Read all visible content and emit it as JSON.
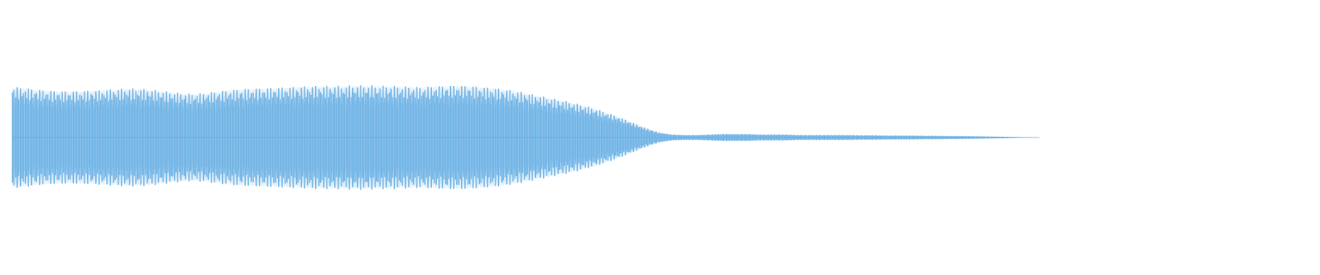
{
  "waveform": {
    "color": "#5eaae2",
    "background": "#ffffff",
    "envelope": [
      0.98,
      0.95,
      0.92,
      0.9,
      0.89,
      0.89,
      0.9,
      0.91,
      0.93,
      0.94,
      0.94,
      0.92,
      0.89,
      0.86,
      0.84,
      0.85,
      0.88,
      0.91,
      0.93,
      0.94,
      0.95,
      0.96,
      0.97,
      0.98,
      0.99,
      0.99,
      0.99,
      1.0,
      1.0,
      0.99,
      0.99,
      0.98,
      0.97,
      0.98,
      0.99,
      1.0,
      0.99,
      0.97,
      0.95,
      0.92,
      0.88,
      0.83,
      0.78,
      0.73,
      0.68,
      0.62,
      0.55,
      0.47,
      0.38,
      0.28,
      0.18,
      0.1,
      0.06,
      0.05,
      0.05,
      0.06,
      0.07,
      0.07,
      0.07,
      0.06,
      0.06,
      0.06,
      0.05,
      0.05,
      0.05,
      0.05,
      0.05,
      0.045,
      0.045,
      0.04,
      0.04,
      0.04,
      0.035,
      0.035,
      0.03,
      0.03,
      0.025,
      0.02,
      0.015,
      0.01,
      0.005,
      0.0
    ],
    "cycles": 430
  }
}
